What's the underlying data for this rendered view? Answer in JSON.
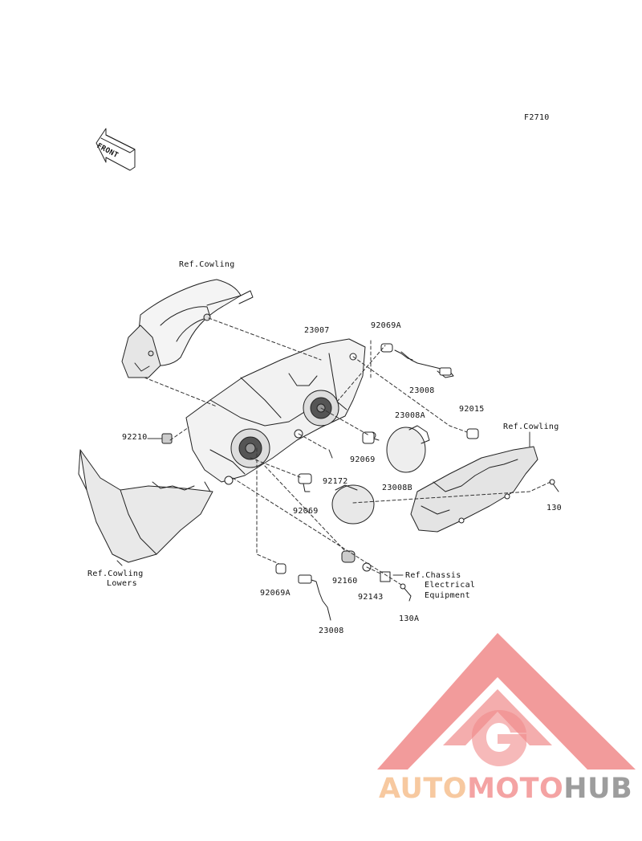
{
  "figure_code": "F2710",
  "front_arrow_label": "FRONT",
  "labels": {
    "ref_cowling_top": "Ref.Cowling",
    "part_23007": "23007",
    "part_92069A_top": "92069A",
    "part_23008_top": "23008",
    "part_23008A": "23008A",
    "part_92015": "92015",
    "ref_cowling_right": "Ref.Cowling",
    "part_92210": "92210",
    "part_92069_center": "92069",
    "part_92172": "92172",
    "part_23008B": "23008B",
    "part_92069_lower": "92069",
    "part_130": "130",
    "ref_cowling_lowers_1": "Ref.Cowling",
    "ref_cowling_lowers_2": "Lowers",
    "part_92160": "92160",
    "part_92143": "92143",
    "ref_chassis_1": "Ref.Chassis",
    "ref_chassis_2": "Electrical",
    "ref_chassis_3": "Equipment",
    "part_92069A_bottom": "92069A",
    "part_130A": "130A",
    "part_23008_bottom": "23008"
  },
  "watermark": {
    "text_part1": "AUTO",
    "text_part2": "MOTO",
    "text_part3": "HUB",
    "logo_color": "#f08a8a",
    "text_colors": [
      "#f7c9a0",
      "#f4a3a3",
      "#9d9d9d"
    ]
  }
}
